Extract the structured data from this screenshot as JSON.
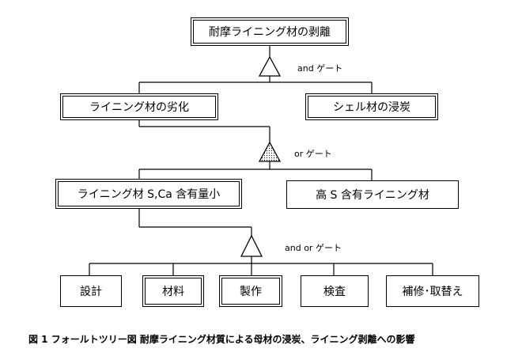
{
  "top_event": "耐摩ライニング材の剥離",
  "gate1_label": "and ゲート",
  "level1": {
    "left": "ライニング材の劣化",
    "right": "シェル材の浸炭"
  },
  "gate2_label": "or ゲート",
  "level2": {
    "left": "ライニング材 S,Ca 含有量小",
    "right": "高 S 含有ライニング材"
  },
  "gate3_label": "and or ゲート",
  "level3": {
    "design": "設計",
    "material": "材料",
    "manufacture": "製作",
    "inspection": "検査",
    "repair": "補修･取替え"
  },
  "caption": "図 1 フォールトツリー図 耐摩ライニング材質による母材の浸炭、ライニング剥離への影響"
}
